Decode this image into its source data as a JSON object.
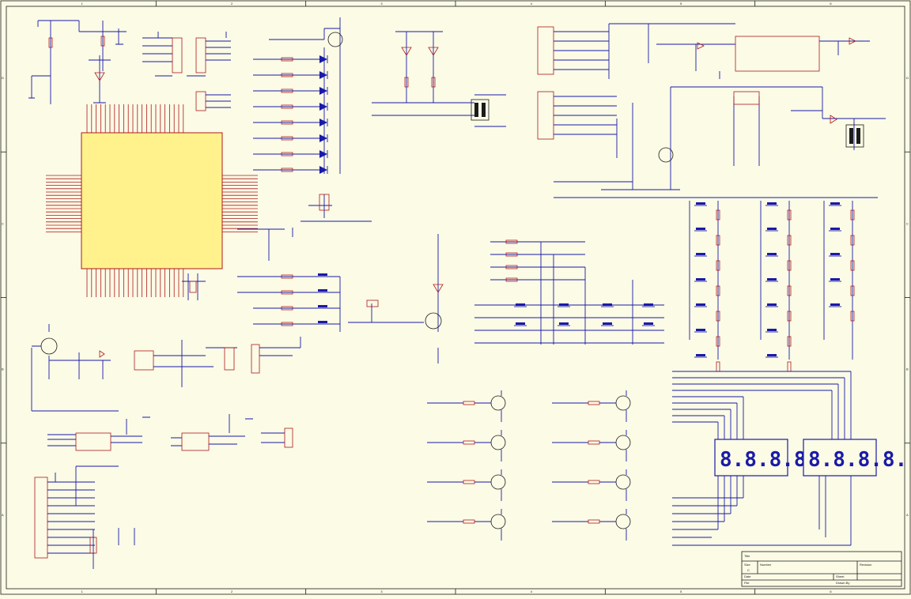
{
  "frame": {
    "border_color": "#1b1b1b",
    "background": "#fbfbe6",
    "wire_color": "#1a1aa8",
    "part_color": "#b01818",
    "body_fill": "#fff28c",
    "zones_top": [
      "1",
      "2",
      "3",
      "4",
      "5",
      "6"
    ],
    "zones_side": [
      "D",
      "C",
      "B",
      "A"
    ]
  },
  "seven_seg": {
    "left": "8.8.8.8.",
    "right": "8.8.8.8."
  },
  "title_block": {
    "title": "Title",
    "size": "Size",
    "size_value": "C",
    "number": "Number",
    "revision": "Revision",
    "date": "Date",
    "sheet": "Sheet",
    "file": "File",
    "drawn_by": "Drawn By"
  }
}
